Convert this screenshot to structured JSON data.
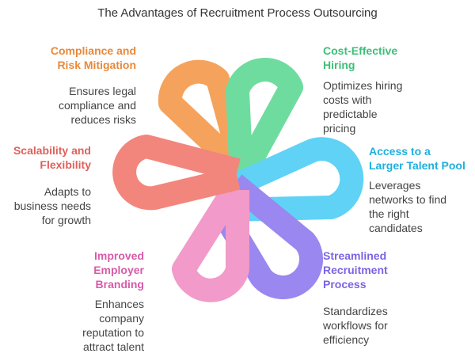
{
  "title": "The Advantages of Recruitment Process Outsourcing",
  "colors": {
    "orange": "#f5a35c",
    "green": "#6fdc9f",
    "cyan": "#5fd2f5",
    "purple": "#9a87f0",
    "pink": "#f29ac9",
    "red": "#f2867d"
  },
  "items": [
    {
      "label": "Compliance and Risk Mitigation",
      "label_lines": [
        "Compliance and",
        "Risk Mitigation"
      ],
      "color": "#e8893a",
      "desc_lines": [
        "Ensures legal",
        "compliance and",
        "reduces risks"
      ]
    },
    {
      "label": "Cost-Effective Hiring",
      "label_lines": [
        "Cost-Effective",
        "Hiring"
      ],
      "color": "#3fbf78",
      "desc_lines": [
        "Optimizes hiring",
        "costs with",
        "predictable",
        "pricing"
      ]
    },
    {
      "label": "Access to a Larger Talent Pool",
      "label_lines": [
        "Access to a",
        "Larger Talent Pool"
      ],
      "color": "#1db0de",
      "desc_lines": [
        "Leverages",
        "networks to find",
        "the right",
        "candidates"
      ]
    },
    {
      "label": "Scalability and Flexibility",
      "label_lines": [
        "Scalability and",
        "Flexibility"
      ],
      "color": "#e0605a",
      "desc_lines": [
        "Adapts to",
        "business needs",
        "for growth"
      ]
    },
    {
      "label": "Improved Employer Branding",
      "label_lines": [
        "Improved",
        "Employer",
        "Branding"
      ],
      "color": "#d85ba8",
      "desc_lines": [
        "Enhances",
        "company",
        "reputation to",
        "attract talent"
      ]
    },
    {
      "label": "Streamlined Recruitment Process",
      "label_lines": [
        "Streamlined",
        "Recruitment",
        "Process"
      ],
      "color": "#7c63e3",
      "desc_lines": [
        "Standardizes",
        "workflows for",
        "efficiency"
      ]
    }
  ]
}
